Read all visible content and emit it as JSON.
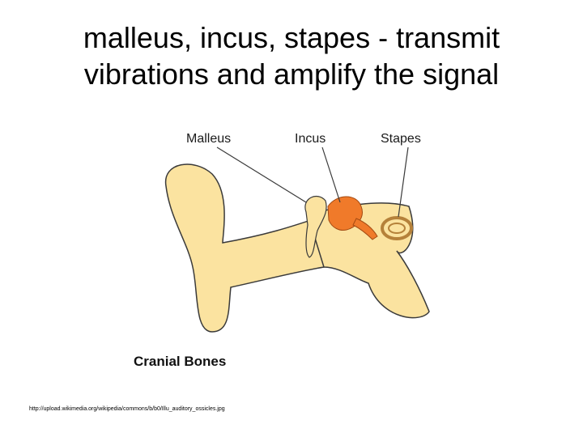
{
  "title": {
    "line1": "malleus, incus, stapes - transmit",
    "line2": "vibrations and amplify the signal"
  },
  "diagram": {
    "labels": {
      "malleus": "Malleus",
      "incus": "Incus",
      "stapes": "Stapes"
    },
    "caption": "Cranial Bones",
    "colors": {
      "bone": "#fbe3a0",
      "outline": "#3a3a3a",
      "ossicle_highlight": "#f07a2a",
      "stapes_ring": "#b5813a"
    }
  },
  "source_url": "http://upload.wikimedia.org/wikipedia/commons/b/b0/Illu_auditory_ossicles.jpg"
}
